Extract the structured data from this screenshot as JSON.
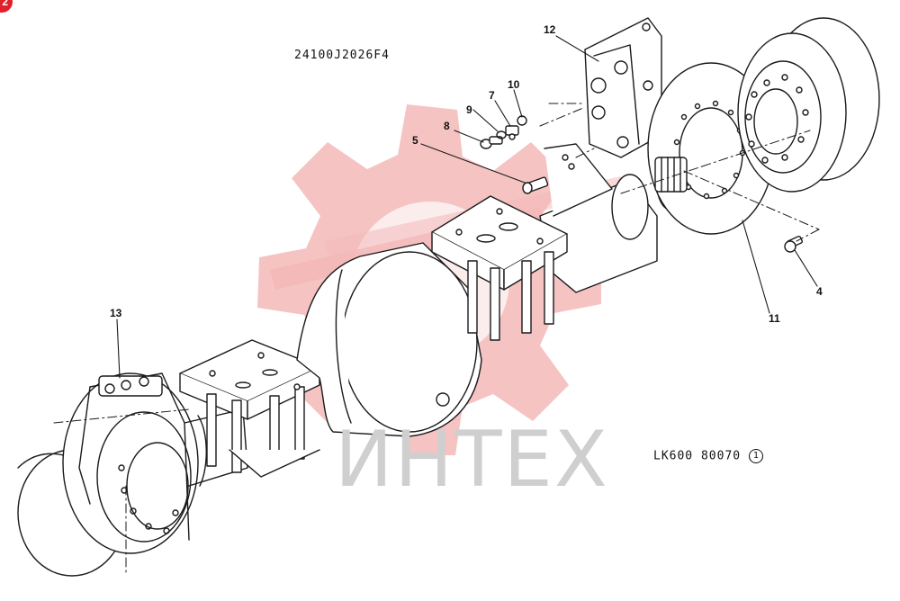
{
  "badge": {
    "text": "2",
    "color": "#e0202a"
  },
  "drawing_code_top": "24100J2026F4",
  "drawing_code_bottom": "LK600 80070",
  "revision_mark": "1",
  "watermark": {
    "text": "ИНТЕХ",
    "gear_color": "#f4b5b5"
  },
  "callouts": [
    {
      "id": "13",
      "text": "13"
    },
    {
      "id": "12",
      "text": "12"
    },
    {
      "id": "10",
      "text": "10"
    },
    {
      "id": "9",
      "text": "9"
    },
    {
      "id": "7",
      "text": "7"
    },
    {
      "id": "8",
      "text": "8"
    },
    {
      "id": "5",
      "text": "5"
    },
    {
      "id": "4",
      "text": "4"
    },
    {
      "id": "11",
      "text": "11"
    }
  ]
}
